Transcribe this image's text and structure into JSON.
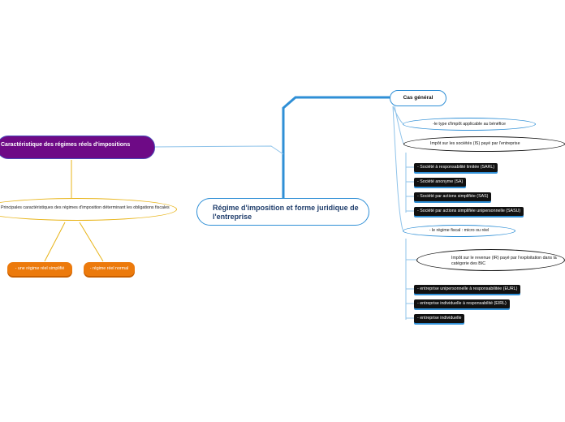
{
  "central": {
    "label": "Régime d'imposition et forme juridique de l'entreprise"
  },
  "left": {
    "main": "Caractéristique des régimes réels d'impositions",
    "sub": "Principales caractéristiques des régimes d'imposition déterminant les obligations fiscales",
    "leaves": [
      "- une régime réel simplifié",
      "- régime réel normal"
    ]
  },
  "right": {
    "cas_general": "Cas général",
    "type_impot": "-le type d'impôt applicable au bénéfice",
    "is": "Impôt sur les sociétés (IS) payé par l'entreprise",
    "is_forms": [
      "- Société à responsabilité limitée (SARL)",
      "- Société anonyme (SA)",
      "- Société par actions simplifiée (SAS)",
      "- Société par actions simplifiée unipersonnelle (SASU)"
    ],
    "regime_fiscal": "- le régime fiscal : micro ou réel",
    "ir": "Impôt sur le revenue (IR) payé par l'exploitation dans la catégorie des BIC",
    "ir_forms": [
      "- entreprise unipersonnelle à responsabilitée (EURL)",
      "- entreprise individuelle à responsabilité (EIRL)",
      "- entreprise individuelle"
    ]
  },
  "colors": {
    "blue": "#2f8fd6",
    "purple": "#6e0a86",
    "yellow": "#e8b418",
    "orange": "#ec7a0c",
    "black": "#111111"
  }
}
